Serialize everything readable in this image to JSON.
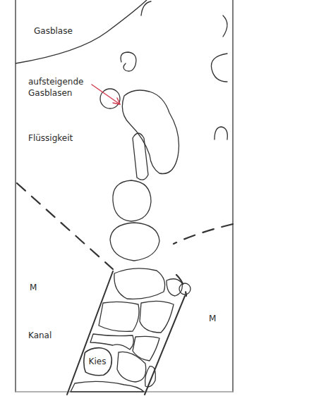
{
  "diagram": {
    "nodes": [
      {
        "text": [
          "Gasblase"
        ]
      },
      {
        "text": [
          "Kies"
        ]
      }
    ],
    "labels": [
      "aufsteigende Gasblasen",
      "Flüssigkeit",
      "M",
      "Kanal",
      "M"
    ]
  }
}
